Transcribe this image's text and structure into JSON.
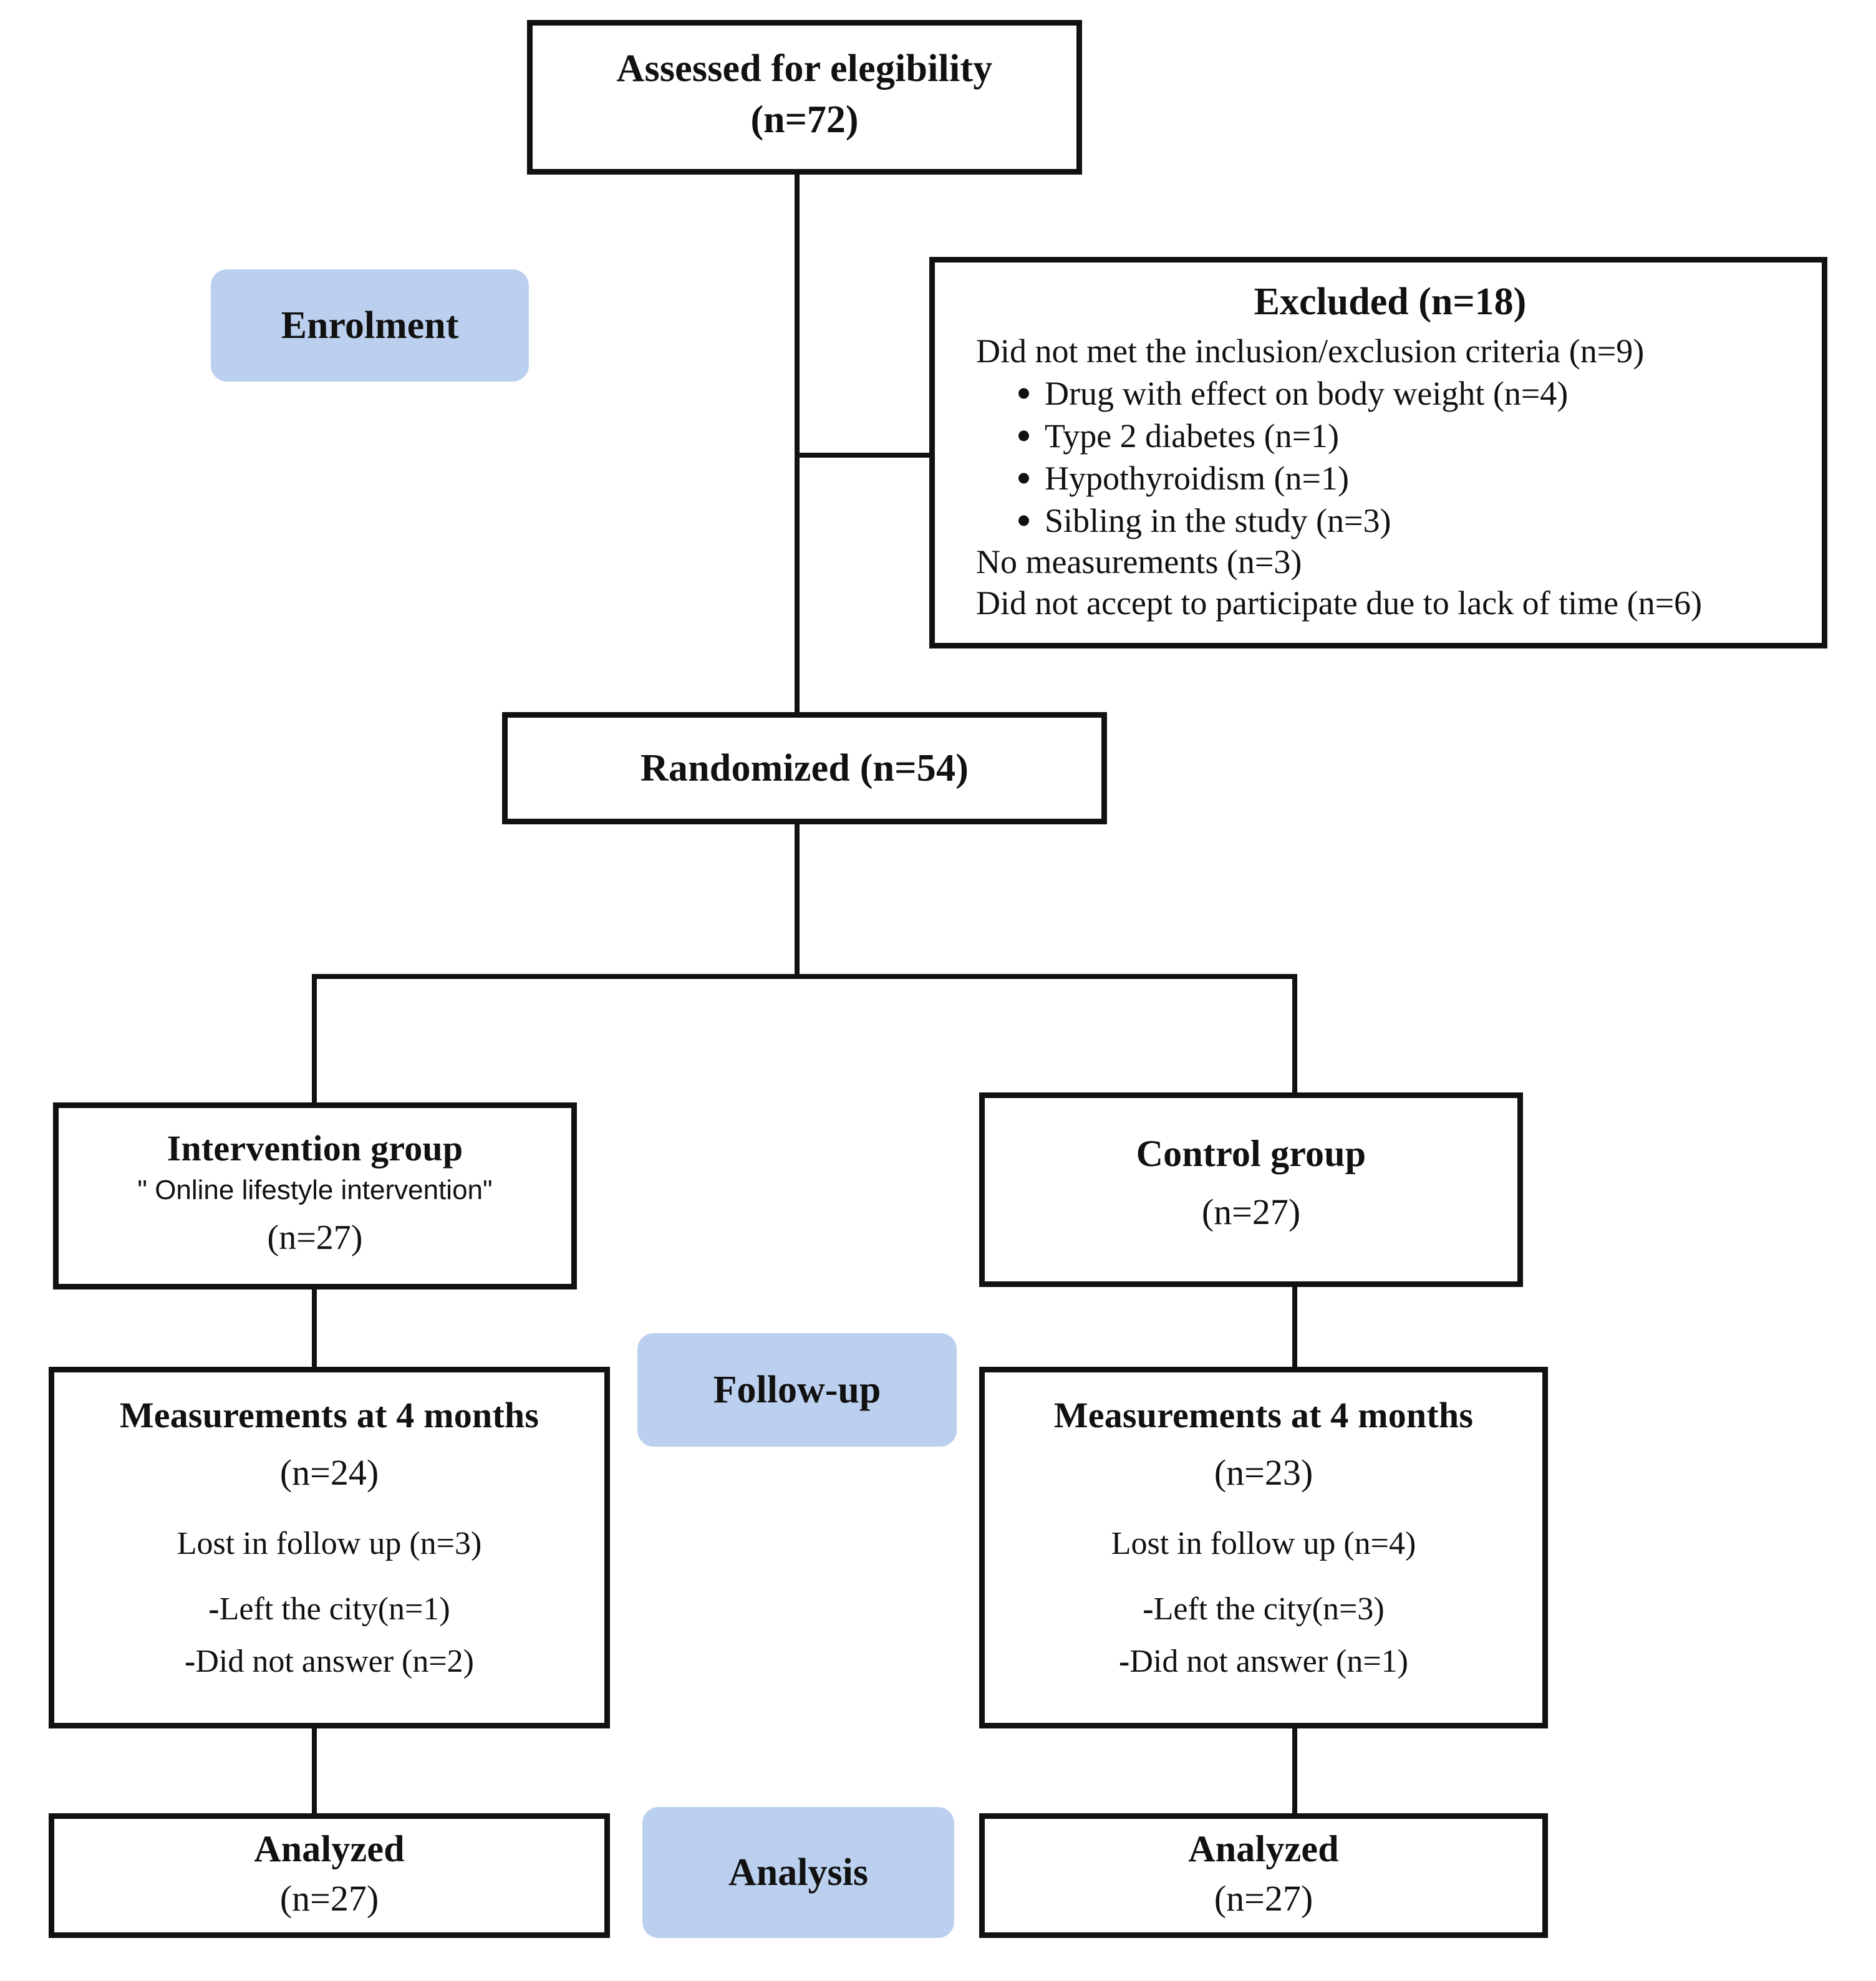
{
  "diagram": {
    "title": "CONSORT participant flow diagram",
    "accent_blue": "#bbd0ee",
    "line_color": "#111111"
  },
  "stages": {
    "enrolment": "Enrolment",
    "followup": "Follow-up",
    "analysis": "Analysis"
  },
  "assessed": {
    "heading": "Assessed for elegibility",
    "count": "(n=72)"
  },
  "excluded": {
    "title": "Excluded (n=18)",
    "criteria_line": "Did not met the inclusion/exclusion criteria (n=9)",
    "bullets": [
      "Drug with effect on body weight (n=4)",
      "Type 2 diabetes (n=1)",
      "Hypothyroidism (n=1)",
      "Sibling in the study (n=3)"
    ],
    "no_measurements": "No measurements (n=3)",
    "no_time": "Did not accept to participate due to lack of time (n=6)"
  },
  "randomized": {
    "heading": "Randomized (n=54)"
  },
  "arms": [
    {
      "id": "intervention",
      "heading": "Intervention group",
      "subtitle": "\" Online lifestyle intervention\"",
      "count": "(n=27)",
      "followup": {
        "heading": "Measurements at 4 months",
        "count": "(n=24)",
        "lost": "Lost in follow up (n=3)",
        "reasons": [
          {
            "dash": "-",
            "text": "Left the city(n=1)"
          },
          {
            "dash": "-",
            "text": "Did not answer (n=2)"
          }
        ]
      },
      "analyzed": {
        "heading": "Analyzed",
        "count": "(n=27)"
      }
    },
    {
      "id": "control",
      "heading": "Control group",
      "subtitle": "",
      "count": "(n=27)",
      "followup": {
        "heading": "Measurements at 4 months",
        "count": "(n=23)",
        "lost": "Lost in follow up (n=4)",
        "reasons": [
          {
            "dash": "-",
            "text": "Left the city(n=3)"
          },
          {
            "dash": "-",
            "text": "Did  not answer (n=1)"
          }
        ]
      },
      "analyzed": {
        "heading": "Analyzed",
        "count": "(n=27)"
      }
    }
  ]
}
